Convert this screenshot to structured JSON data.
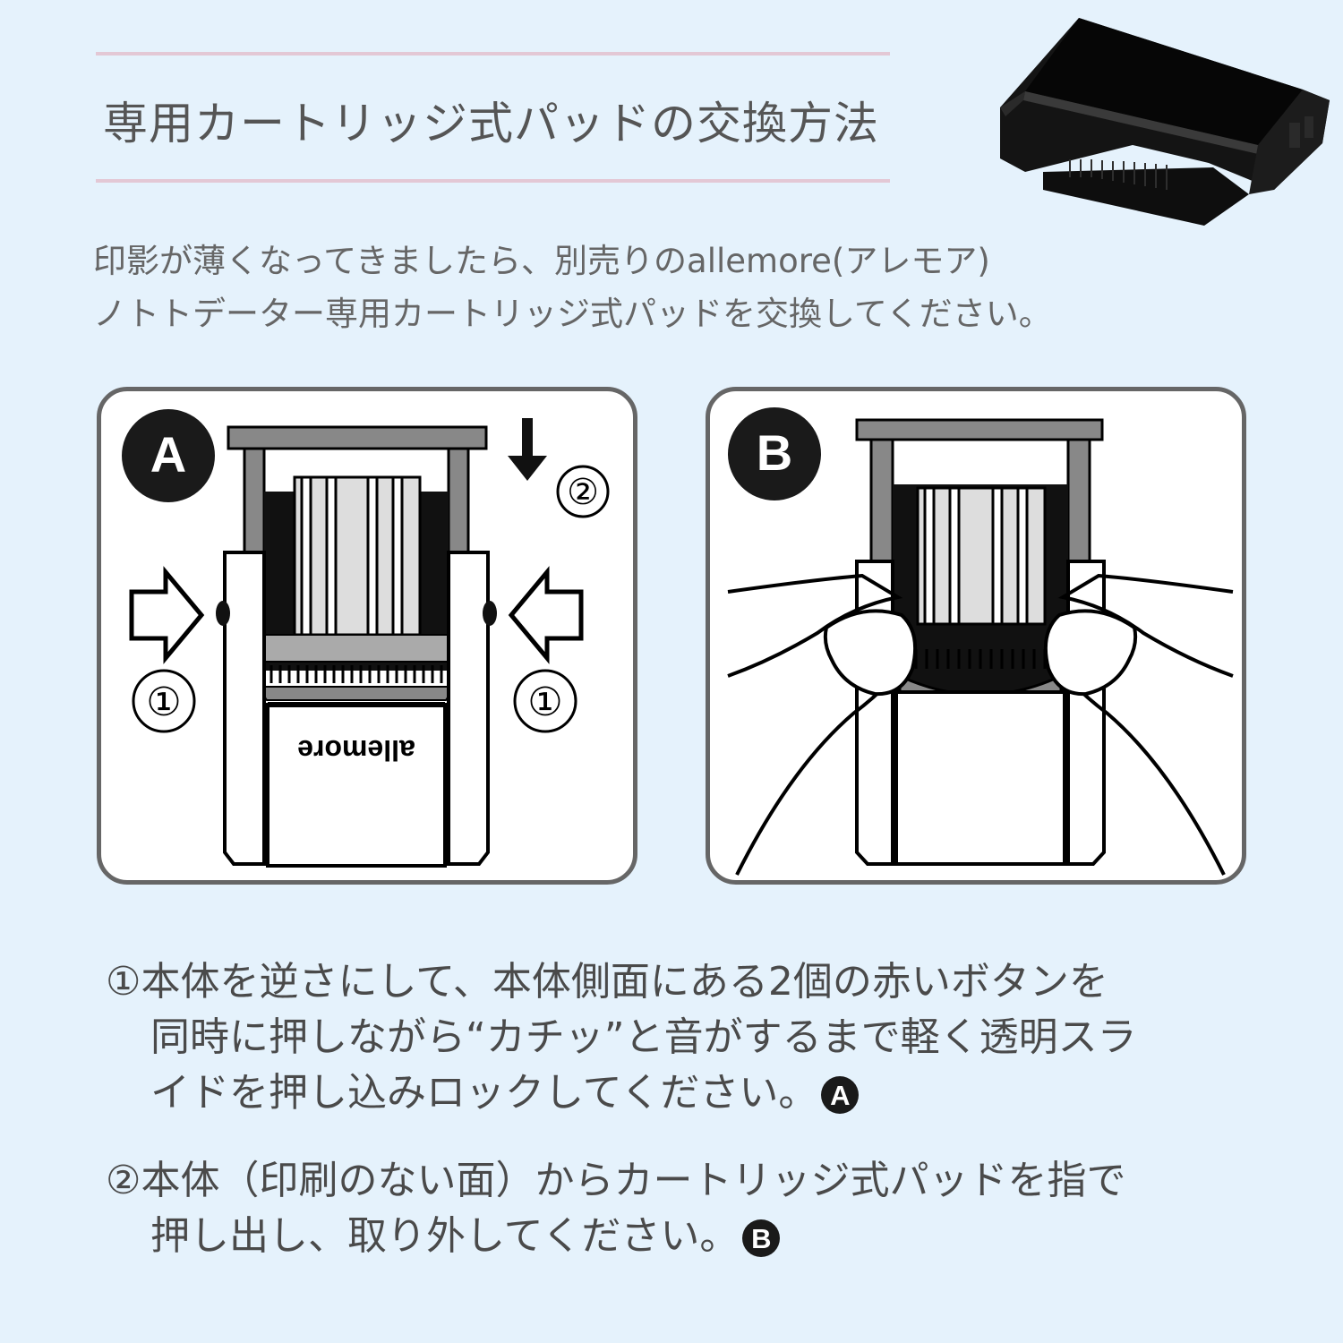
{
  "title": "専用カートリッジ式パッドの交換方法",
  "intro": [
    "印影が薄くなってきましたら、別売りのallemore(アレモア)",
    "ノトトデーター専用カートリッジ式パッドを交換してください。"
  ],
  "panel_a": {
    "badge": "A",
    "down_arrow_label": "②",
    "left_arrow_label": "①",
    "right_arrow_label": "①",
    "brand": "allemore"
  },
  "panel_b": {
    "badge": "B"
  },
  "steps": [
    {
      "marker": "①",
      "lines": [
        "本体を逆さにして、本体側面にある2個の赤いボタンを",
        "同時に押しながら“カチッ”と音がするまで軽く透明スラ",
        "イドを押し込みロックしてください。"
      ],
      "badge": "A"
    },
    {
      "marker": "②",
      "lines": [
        "本体（印刷のない面）からカートリッジ式パッドを指で",
        "押し出し、取り外してください。"
      ],
      "badge": "B"
    }
  ]
}
